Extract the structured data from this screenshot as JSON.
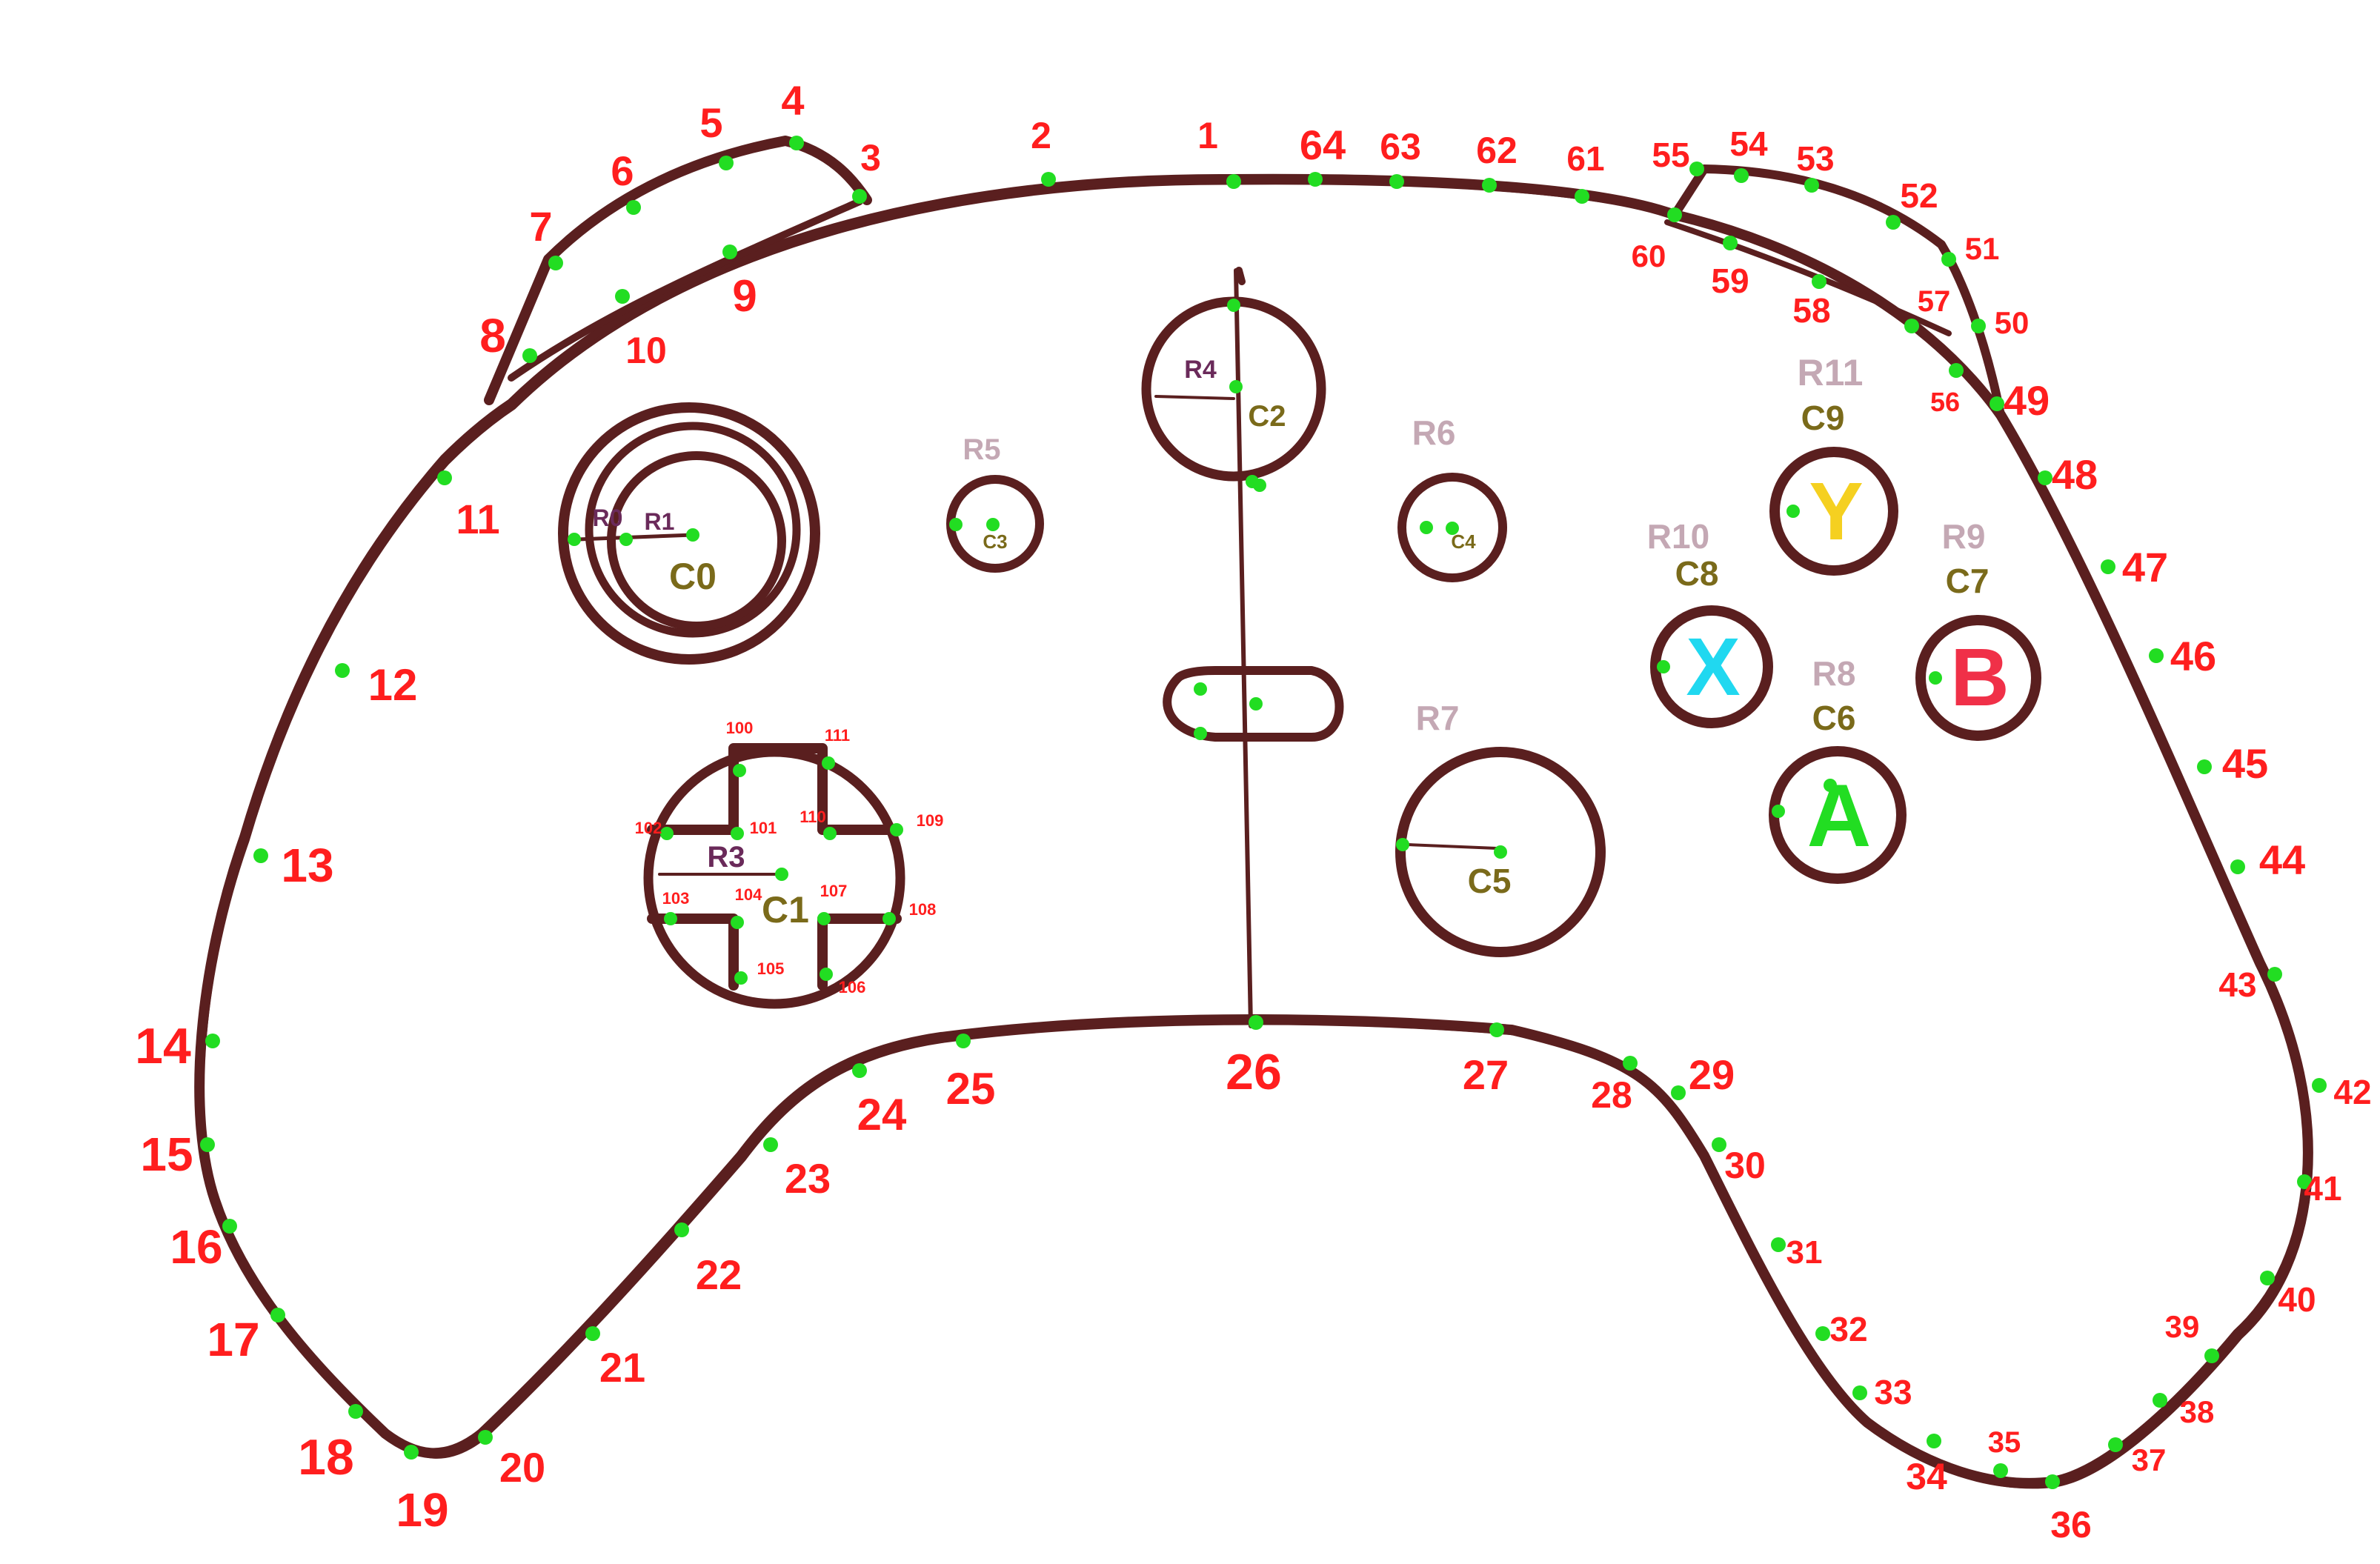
{
  "colors": {
    "outline": "#5a1f1f",
    "point": "#22dd22",
    "point_label": "#ff1e1e",
    "center_label": "#7a6a1a",
    "radius_label": "#c4a8b4",
    "radius_label_dark": "#6a2a5a",
    "button_y": "#f5d020",
    "button_b": "#f03048",
    "button_x": "#20d8f0",
    "button_a": "#22dd22"
  },
  "face_buttons": {
    "y": "Y",
    "b": "B",
    "x": "X",
    "a": "A"
  },
  "outline_points": [
    {
      "id": "1",
      "label": "1"
    },
    {
      "id": "2",
      "label": "2"
    },
    {
      "id": "3",
      "label": "3"
    },
    {
      "id": "4",
      "label": "4"
    },
    {
      "id": "5",
      "label": "5"
    },
    {
      "id": "6",
      "label": "6"
    },
    {
      "id": "7",
      "label": "7"
    },
    {
      "id": "8",
      "label": "8"
    },
    {
      "id": "9",
      "label": "9"
    },
    {
      "id": "10",
      "label": "10"
    },
    {
      "id": "11",
      "label": "11"
    },
    {
      "id": "12",
      "label": "12"
    },
    {
      "id": "13",
      "label": "13"
    },
    {
      "id": "14",
      "label": "14"
    },
    {
      "id": "15",
      "label": "15"
    },
    {
      "id": "16",
      "label": "16"
    },
    {
      "id": "17",
      "label": "17"
    },
    {
      "id": "18",
      "label": "18"
    },
    {
      "id": "19",
      "label": "19"
    },
    {
      "id": "20",
      "label": "20"
    },
    {
      "id": "21",
      "label": "21"
    },
    {
      "id": "22",
      "label": "22"
    },
    {
      "id": "23",
      "label": "23"
    },
    {
      "id": "24",
      "label": "24"
    },
    {
      "id": "25",
      "label": "25"
    },
    {
      "id": "26",
      "label": "26"
    },
    {
      "id": "27",
      "label": "27"
    },
    {
      "id": "28",
      "label": "28"
    },
    {
      "id": "29",
      "label": "29"
    },
    {
      "id": "30",
      "label": "30"
    },
    {
      "id": "31",
      "label": "31"
    },
    {
      "id": "32",
      "label": "32"
    },
    {
      "id": "33",
      "label": "33"
    },
    {
      "id": "34",
      "label": "34"
    },
    {
      "id": "35",
      "label": "35"
    },
    {
      "id": "36",
      "label": "36"
    },
    {
      "id": "37",
      "label": "37"
    },
    {
      "id": "38",
      "label": "38"
    },
    {
      "id": "39",
      "label": "39"
    },
    {
      "id": "40",
      "label": "40"
    },
    {
      "id": "41",
      "label": "41"
    },
    {
      "id": "42",
      "label": "42"
    },
    {
      "id": "43",
      "label": "43"
    },
    {
      "id": "44",
      "label": "44"
    },
    {
      "id": "45",
      "label": "45"
    },
    {
      "id": "46",
      "label": "46"
    },
    {
      "id": "47",
      "label": "47"
    },
    {
      "id": "48",
      "label": "48"
    },
    {
      "id": "49",
      "label": "49"
    },
    {
      "id": "50",
      "label": "50"
    },
    {
      "id": "51",
      "label": "51"
    },
    {
      "id": "52",
      "label": "52"
    },
    {
      "id": "53",
      "label": "53"
    },
    {
      "id": "54",
      "label": "54"
    },
    {
      "id": "55",
      "label": "55"
    },
    {
      "id": "56",
      "label": "56"
    },
    {
      "id": "57",
      "label": "57"
    },
    {
      "id": "58",
      "label": "58"
    },
    {
      "id": "59",
      "label": "59"
    },
    {
      "id": "60",
      "label": "60"
    },
    {
      "id": "61",
      "label": "61"
    },
    {
      "id": "62",
      "label": "62"
    },
    {
      "id": "63",
      "label": "63"
    },
    {
      "id": "64",
      "label": "64"
    }
  ],
  "dpad_points": [
    {
      "id": "100",
      "label": "100"
    },
    {
      "id": "101",
      "label": "101"
    },
    {
      "id": "102",
      "label": "102"
    },
    {
      "id": "103",
      "label": "103"
    },
    {
      "id": "104",
      "label": "104"
    },
    {
      "id": "105",
      "label": "105"
    },
    {
      "id": "106",
      "label": "106"
    },
    {
      "id": "107",
      "label": "107"
    },
    {
      "id": "108",
      "label": "108"
    },
    {
      "id": "109",
      "label": "109"
    },
    {
      "id": "110",
      "label": "110"
    },
    {
      "id": "111",
      "label": "111"
    }
  ],
  "centers": [
    {
      "id": "c0",
      "label": "C0"
    },
    {
      "id": "c1",
      "label": "C1"
    },
    {
      "id": "c2",
      "label": "C2"
    },
    {
      "id": "c3",
      "label": "C3"
    },
    {
      "id": "c4",
      "label": "C4"
    },
    {
      "id": "c5",
      "label": "C5"
    },
    {
      "id": "c6",
      "label": "C6"
    },
    {
      "id": "c7",
      "label": "C7"
    },
    {
      "id": "c8",
      "label": "C8"
    },
    {
      "id": "c9",
      "label": "C9"
    }
  ],
  "radii": [
    {
      "id": "r0",
      "label": "R0"
    },
    {
      "id": "r1",
      "label": "R1"
    },
    {
      "id": "r3",
      "label": "R3"
    },
    {
      "id": "r4",
      "label": "R4"
    },
    {
      "id": "r5",
      "label": "R5"
    },
    {
      "id": "r6",
      "label": "R6"
    },
    {
      "id": "r7",
      "label": "R7"
    },
    {
      "id": "r8",
      "label": "R8"
    },
    {
      "id": "r9",
      "label": "R9"
    },
    {
      "id": "r10",
      "label": "R10"
    },
    {
      "id": "r11",
      "label": "R11"
    }
  ]
}
